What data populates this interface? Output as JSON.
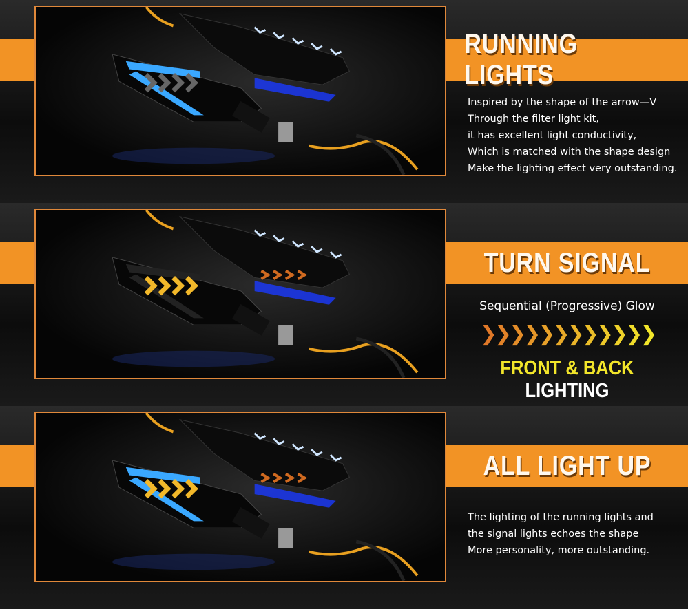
{
  "colors": {
    "accent": "#f29325",
    "yellow": "#f2e52a",
    "blue": "#3aa8ff"
  },
  "sections": [
    {
      "title": "RUNNING LIGHTS",
      "mode": "running",
      "lines": [
        "Inspired by the shape of the arrow—V",
        "Through the filter light kit,",
        "it has excellent light conductivity,",
        "Which is matched with the shape design",
        "Make the lighting effect very outstanding."
      ]
    },
    {
      "title": "TURN SIGNAL",
      "mode": "turn",
      "subtitle": "Sequential (Progressive) Glow",
      "icon": "sequential-arrows-icon",
      "front_back": "FRONT & BACK",
      "lighting": "LIGHTING"
    },
    {
      "title": "ALL LIGHT UP",
      "mode": "all",
      "lines": [
        "The lighting of the running lights and",
        "the signal lights echoes the shape",
        "More personality, more outstanding."
      ]
    }
  ]
}
